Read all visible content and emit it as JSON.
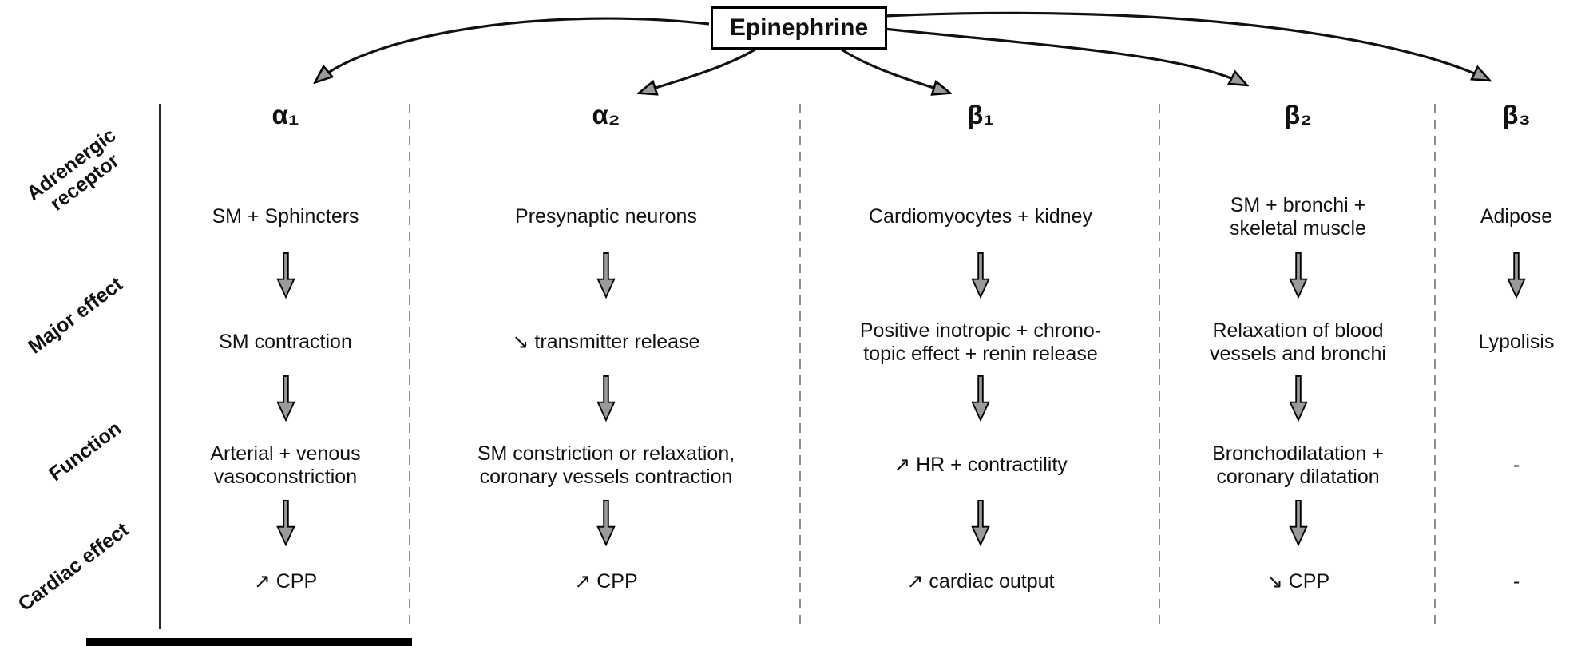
{
  "title": "Epinephrine",
  "row_labels": {
    "receptor": "Adrenergic\nreceptor",
    "major_effect": "Major effect",
    "function": "Function",
    "cardiac_effect": "Cardiac effect"
  },
  "columns": [
    {
      "header": "α₁",
      "target": "SM + Sphincters",
      "major_effect": "SM contraction",
      "function": "Arterial + venous\nvasoconstriction",
      "cardiac_effect": "↗ CPP"
    },
    {
      "header": "α₂",
      "target": "Presynaptic neurons",
      "major_effect": "↘ transmitter release",
      "function": "SM constriction or relaxation,\ncoronary vessels contraction",
      "cardiac_effect": "↗ CPP"
    },
    {
      "header": "β₁",
      "target": "Cardiomyocytes + kidney",
      "major_effect": "Positive inotropic + chrono-\ntopic effect + renin release",
      "function": "↗ HR + contractility",
      "cardiac_effect": "↗ cardiac output"
    },
    {
      "header": "β₂",
      "target": "SM + bronchi +\nskeletal muscle",
      "major_effect": "Relaxation of blood\nvessels and bronchi",
      "function": "Bronchodilatation +\ncoronary dilatation",
      "cardiac_effect": "↘ CPP"
    },
    {
      "header": "β₃",
      "target": "Adipose",
      "major_effect": "Lypolisis",
      "function": "-",
      "cardiac_effect": "-"
    }
  ],
  "colors": {
    "arrow_fill": "#9a9a9a",
    "line_stroke": "#111111",
    "dashed_separator": "#8c8c8c"
  }
}
